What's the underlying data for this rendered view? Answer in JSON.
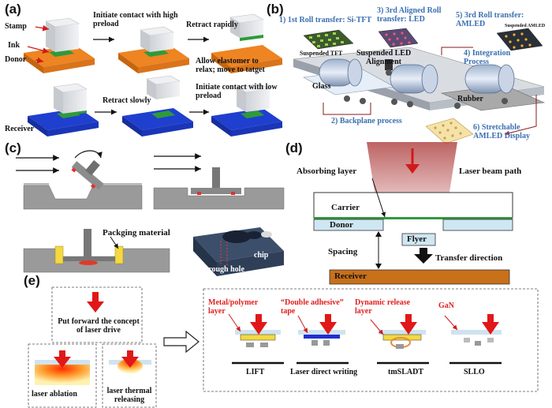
{
  "panels": {
    "a": {
      "label": "(a)",
      "stamp": "Stamp",
      "ink": "Ink",
      "donor": "Donor",
      "receiver": "Receiver",
      "step1": "Initiate contact with high preload",
      "step2": "Retract rapidly",
      "step3": "Allow elastomer to relax; move to tatget",
      "step4": "Retract slowly",
      "step5": "Initiate contact with low preload"
    },
    "b": {
      "label": "(b)",
      "roll1": "1) 1st Roll transfer: Si-TFT",
      "roll3": "3) 3rd Aligned Roll transfer: LED",
      "roll5": "5) 3rd Roll transfer: AMLED",
      "suspended_tft": "Suspended TFT",
      "suspended_led": "Suspended LED",
      "alignment": "Alignment",
      "glass": "Glass",
      "integration": "4) Integration Process",
      "rubber": "Rubber",
      "backplane": "2) Backplane process",
      "stretchable": "6) Stretchable AMLED Display",
      "suspended_amled": "Suspended AMLED"
    },
    "c": {
      "label": "(c)",
      "packaging": "Packging material",
      "chip": "chip",
      "through_hole": "Through hole"
    },
    "d": {
      "label": "(d)",
      "absorbing": "Absorbing layer",
      "laser_path": "Laser beam path",
      "carrier": "Carrier",
      "donor": "Donor",
      "flyer": "Flyer",
      "spacing": "Spacing",
      "transfer_direction": "Transfer direction",
      "receiver": "Receiver"
    },
    "e": {
      "label": "(e)",
      "concept": "Put forward the concept of laser drive",
      "ablation": "laser ablation",
      "thermal": "laser thermal releasing",
      "metal_polymer": "Metal/polymer layer",
      "double_adhesive": "“Double adhesive” tape",
      "dynamic_release": "Dynamic release layer",
      "gan": "GaN",
      "lift": "LIFT",
      "ldw": "Laser direct writing",
      "tmsladt": "tmSLADT",
      "sllo": "SLLO"
    }
  },
  "colors": {
    "donor_orange": "#ee8422",
    "receiver_blue": "#1f3fcf",
    "ink_green": "#2f9a3a",
    "laser_red": "#e01818",
    "receiver_brown": "#c8701a",
    "label_blue": "#3a6fb0"
  }
}
